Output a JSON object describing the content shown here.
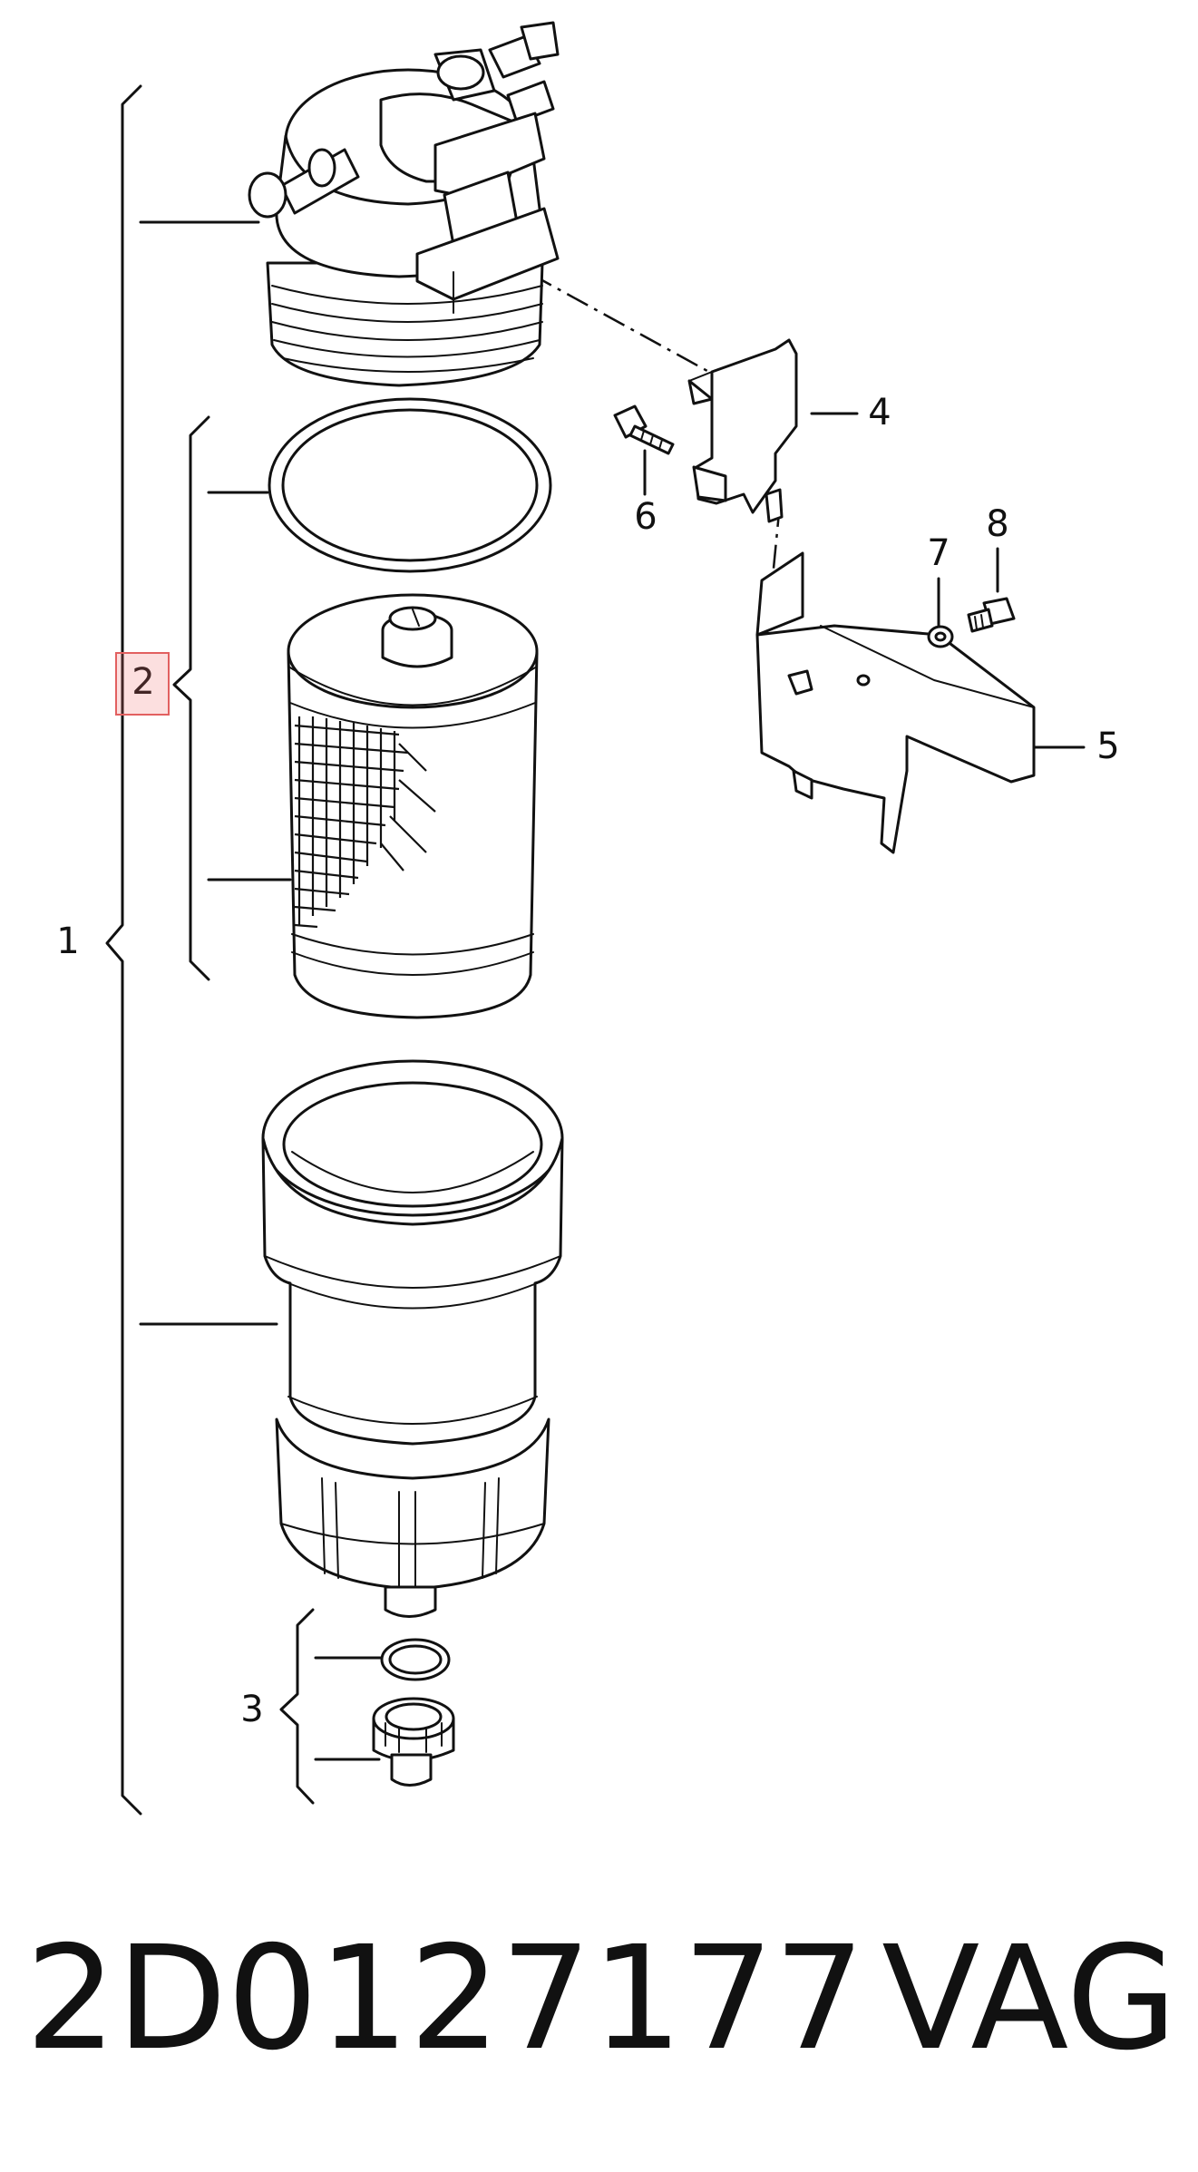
{
  "callouts": {
    "c1": "1",
    "c2": "2",
    "c3": "3",
    "c4": "4",
    "c5": "5",
    "c6": "6",
    "c7": "7",
    "c8": "8"
  },
  "caption": {
    "part_number": "2D0127177",
    "brand": "VAG"
  },
  "colors": {
    "line": "#111111",
    "background": "#ffffff",
    "highlight": "#e26060"
  }
}
